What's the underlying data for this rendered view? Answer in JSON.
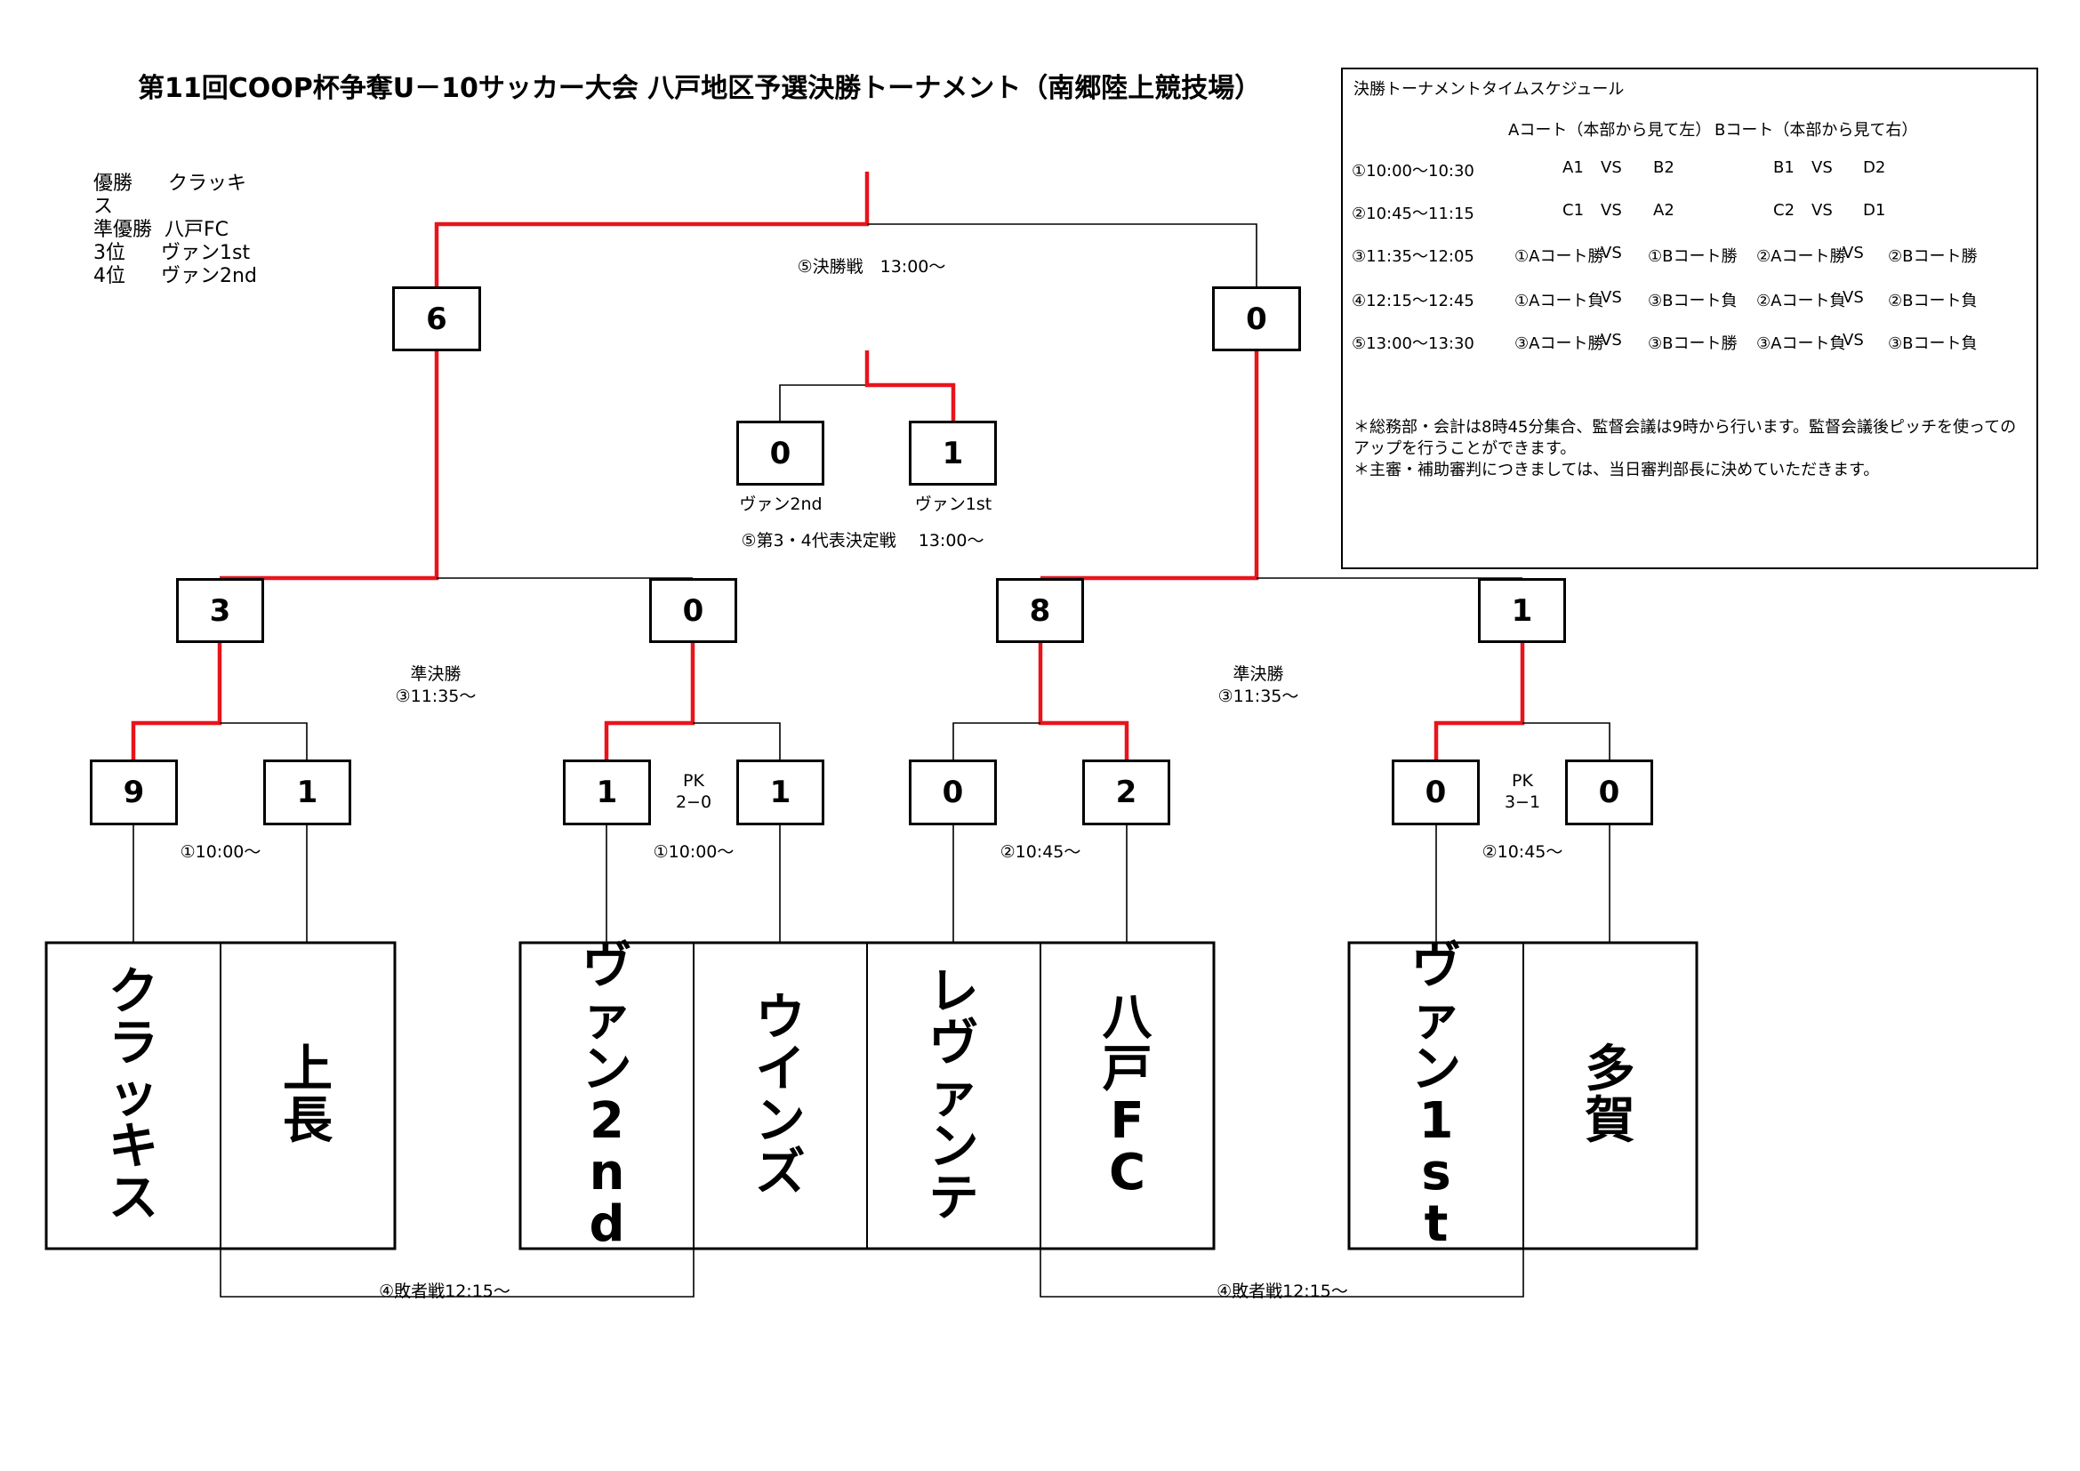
{
  "title": "第11回COOP杯争奪U－10サッカー大会 八戸地区予選決勝トーナメント（南郷陸上競技場）",
  "results": {
    "r1_label": "優勝",
    "r1_name_a": "クラッキ",
    "r1_name_b": "ス",
    "r2_label": "準優勝",
    "r2_name": "八戸FC",
    "r3_label": "3位",
    "r3_name": "ヴァン1st",
    "r4_label": "4位",
    "r4_name": "ヴァン2nd"
  },
  "teams": [
    {
      "chars": [
        "ク",
        "ラ",
        "ッ",
        "キ",
        "ス"
      ]
    },
    {
      "chars": [
        "上",
        "長"
      ]
    },
    {
      "chars": [
        "ヴ",
        "ァ",
        "ン",
        "2",
        "n",
        "d"
      ]
    },
    {
      "chars": [
        "ウ",
        "イ",
        "ン",
        "ズ"
      ]
    },
    {
      "chars": [
        "レ",
        "ヴ",
        "ァ",
        "ン",
        "テ"
      ]
    },
    {
      "chars": [
        "八",
        "戸",
        "F",
        "C"
      ]
    },
    {
      "chars": [
        "ヴ",
        "ァ",
        "ン",
        "1",
        "s",
        "t"
      ]
    },
    {
      "chars": [
        "多",
        "賀"
      ]
    }
  ],
  "scores": {
    "r1": [
      "9",
      "1",
      "1",
      "1",
      "0",
      "2",
      "0",
      "0"
    ],
    "semi": [
      "3",
      "0",
      "8",
      "1"
    ],
    "final": [
      "6",
      "0"
    ],
    "third": [
      "0",
      "1"
    ]
  },
  "labels": {
    "pk1": "PK",
    "pk1_score": "2−0",
    "pk2": "PK",
    "pk2_score": "3−1",
    "m1": "①10:00〜",
    "m2": "①10:00〜",
    "m3": "②10:45〜",
    "m4": "②10:45〜",
    "semi_title_l": "準決勝",
    "semi_time_l": "③11:35〜",
    "semi_title_r": "準決勝",
    "semi_time_r": "③11:35〜",
    "final": "⑤決勝戦　13:00〜",
    "third": "⑤第3・4代表決定戦　 13:00〜",
    "third_team_l": "ヴァン2nd",
    "third_team_r": "ヴァン1st",
    "consol_l": "④敗者戦12:15〜",
    "consol_r": "④敗者戦12:15〜"
  },
  "schedule": {
    "title": "決勝トーナメントタイムスケジュール",
    "court_a": "Aコート（本部から見て左）",
    "court_b": "Bコート（本部から見て右）",
    "rows": [
      {
        "time": "①10:00〜10:30",
        "a_l": "A1",
        "a_vs": "VS",
        "a_r": "B2",
        "b_l": "B1",
        "b_vs": "VS",
        "b_r": "D2"
      },
      {
        "time": "②10:45〜11:15",
        "a_l": "C1",
        "a_vs": "VS",
        "a_r": "A2",
        "b_l": "C2",
        "b_vs": "VS",
        "b_r": "D1"
      },
      {
        "time": "③11:35〜12:05",
        "a_l": "①Aコート勝",
        "a_vs": "VS",
        "a_r": "①Bコート勝",
        "b_l": "②Aコート勝",
        "b_vs": "VS",
        "b_r": "②Bコート勝"
      },
      {
        "time": "④12:15〜12:45",
        "a_l": "①Aコート負",
        "a_vs": "VS",
        "a_r": "③Bコート負",
        "b_l": "②Aコート負",
        "b_vs": "VS",
        "b_r": "②Bコート負"
      },
      {
        "time": "⑤13:00〜13:30",
        "a_l": "③Aコート勝",
        "a_vs": "VS",
        "a_r": "③Bコート勝",
        "b_l": "③Aコート負",
        "b_vs": "VS",
        "b_r": "③Bコート負"
      }
    ],
    "note1": "＊総務部・会計は8時45分集合、監督会議は9時から行います。監督会議後ピッチを使っての",
    "note2": "アップを行うことができます。",
    "note3": "＊主審・補助審判につきましては、当日審判部長に決めていただきます。"
  },
  "colors": {
    "win": "#e8141c",
    "line": "#000000"
  }
}
